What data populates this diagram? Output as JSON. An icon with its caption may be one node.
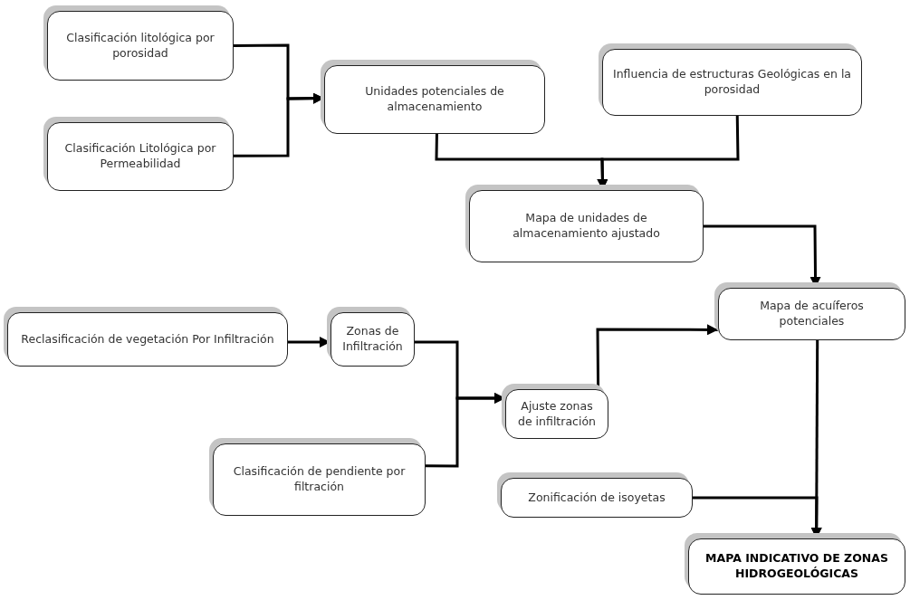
{
  "diagram": {
    "nodes": [
      {
        "text": [
          "Clasificación litológica por porosidad"
        ]
      },
      {
        "text": [
          "Clasificación Litológica por Permeabilidad"
        ]
      },
      {
        "text": [
          "Unidades potenciales de almacenamiento"
        ]
      },
      {
        "text": [
          "Influencia de estructuras Geológicas en la porosidad"
        ]
      },
      {
        "text": [
          "Mapa de unidades de almacenamiento ajustado"
        ]
      },
      {
        "text": [
          "Mapa de acuíferos potenciales"
        ]
      },
      {
        "text": [
          "Reclasificación de vegetación Por Infiltración"
        ]
      },
      {
        "text": [
          "Zonas de Infiltración"
        ]
      },
      {
        "text": [
          "Ajuste zonas de infiltración"
        ]
      },
      {
        "text": [
          "Clasificación de pendiente por filtración"
        ]
      },
      {
        "text": [
          "Zonificación de isoyetas"
        ]
      },
      {
        "text": [
          "MAPA  INDICATIVO DE ZONAS HIDROGEOLÓGICAS"
        ]
      }
    ],
    "edges": [
      {
        "from": 0,
        "to": 2,
        "arrow": "to"
      },
      {
        "from": 1,
        "to": 2,
        "arrow": "to"
      },
      {
        "from": 2,
        "to": 4,
        "arrow": "to"
      },
      {
        "from": 3,
        "to": 4,
        "arrow": "to"
      },
      {
        "from": 4,
        "to": 5,
        "arrow": "to"
      },
      {
        "from": 6,
        "to": 7,
        "arrow": "to"
      },
      {
        "from": 7,
        "to": 8,
        "arrow": "to"
      },
      {
        "from": 9,
        "to": 8,
        "arrow": "to"
      },
      {
        "from": 8,
        "to": 5,
        "arrow": "to"
      },
      {
        "from": 5,
        "to": 11,
        "arrow": "to"
      },
      {
        "from": 10,
        "to": 11,
        "arrow": "to"
      }
    ]
  }
}
